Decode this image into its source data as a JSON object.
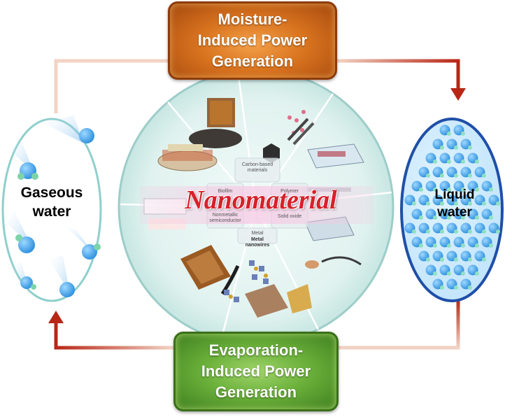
{
  "boxes": {
    "moisture": [
      "Moisture-",
      "Induced Power",
      "Generation"
    ],
    "evaporation": [
      "Evaporation-",
      "Induced Power",
      "Generation"
    ]
  },
  "states": {
    "gaseous": [
      "Gaseous",
      "water"
    ],
    "liquid": [
      "Liquid",
      "water"
    ]
  },
  "center": {
    "title": "Nanomaterial",
    "sub_labels": {
      "carbon": "Carbon-based materials",
      "biofilm": "Biofilm",
      "polymer": "Polymer",
      "nonmetallic": "Nonmetallic semiconductor",
      "solid_oxide": "Solid oxide",
      "metal": "Metal",
      "metal_bottom": "Metal nanowires"
    }
  },
  "colors": {
    "arrow": "#b82616",
    "moisture_box": "#d9741f",
    "evaporation_box": "#6cb13b",
    "title": "#d8202a",
    "circle_border": "#9dcdc9"
  }
}
